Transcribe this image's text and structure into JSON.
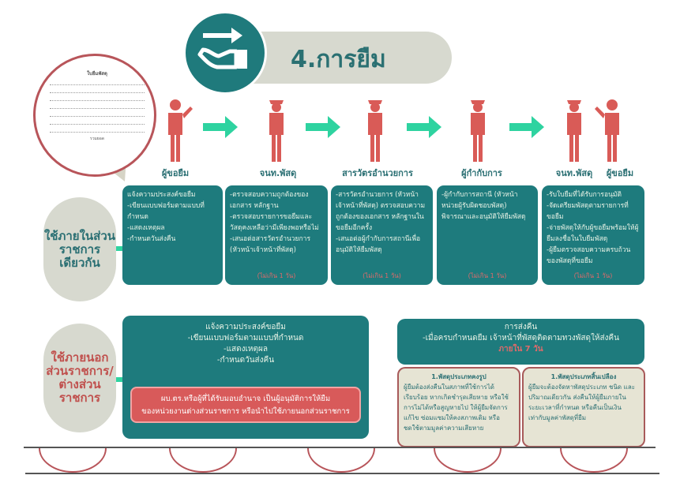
{
  "title": "4.การยืม",
  "form": {
    "heading": "ใบยืมพัสดุ",
    "total_label": "รวมยอด"
  },
  "actors": [
    "ผู้ขอยืม",
    "จนท.พัสดุ",
    "สารวัตรอำนวยการ",
    "ผู้กำกับการ",
    "จนท.พัสดุ",
    "ผู้ขอยืม"
  ],
  "internal": {
    "label": "ใช้ภายในส่วนราชการเดียวกัน",
    "steps": [
      {
        "lines": [
          "แจ้งความประสงค์ขอยืม",
          "-เขียนแบบฟอร์มตามแบบที่กำหนด",
          "-แสดงเหตุผล",
          "-กำหนดวันส่งคืน"
        ],
        "limit": ""
      },
      {
        "lines": [
          "-ตรวจสอบความถูกต้องของเอกสาร หลักฐาน",
          "-ตรวจสอบรายการขอยืมและวัสดุคงเหลือว่ามีเพียงพอหรือไม่",
          "-เสนอต่อสารวัตรอำนวยการ (หัวหน้าเจ้าหน้าที่พัสดุ)"
        ],
        "limit": "(ไม่เกิน 1 วัน)"
      },
      {
        "lines": [
          "-สารวัตรอำนวยการ (หัวหน้าเจ้าหน้าที่พัสดุ) ตรวจสอบความถูกต้องของเอกสาร หลักฐานในขอยืมอีกครั้ง",
          "-เสนอต่อผู้กำกับการสถานีเพื่ออนุมัติให้ยืมพัสดุ"
        ],
        "limit": "(ไม่เกิน 1 วัน)"
      },
      {
        "lines": [
          "-ผู้กำกับการสถานี (หัวหน้าหน่วยผู้รับผิดชอบพัสดุ) พิจารณาและอนุมัติให้ยืมพัสดุ"
        ],
        "limit": "(ไม่เกิน 1 วัน)"
      },
      {
        "lines": [
          "-รับใบยืมที่ได้รับการอนุมัติ",
          "-จัดเตรียมพัสดุตามรายการที่ขอยืม",
          "-จ่ายพัสดุให้กับผู้ขอยืมพร้อมให้ผู้ยืมลงชื่อในใบยืมพัสดุ",
          "-ผู้ยืมตรวจสอบความครบถ้วนของพัสดุที่ขอยืม"
        ],
        "limit": "(ไม่เกิน 1 วัน)"
      }
    ]
  },
  "external": {
    "label": "ใช้ภายนอกส่วนราชการ/ต่างส่วนราชการ",
    "request_lines": [
      "แจ้งความประสงค์ขอยืม",
      "-เขียนแบบฟอร์มตามแบบที่กำหนด",
      "-แสดงเหตุผล",
      "-กำหนดวันส่งคืน"
    ],
    "approval_lines": [
      "ผบ.ตร.หรือผู้ที่ได้รับมอบอำนาจ เป็นผู้อนุมัติการให้ยืม",
      "ของหน่วยงานต่างส่วนราชการ หรือนำไปใช้ภายนอกส่วนราชการ"
    ],
    "return": {
      "heading": "การส่งคืน",
      "text": "-เมื่อครบกำหนดยืม เจ้าหน้าที่พัสดุติดตามทวงพัสดุให้ส่งคืน",
      "deadline": "ภายใน 7 วัน"
    },
    "cases": [
      {
        "heading": "1.พัสดุประเภทคงรูป",
        "text": "ผู้ยืมต้องส่งคืนในสภาพที่ใช้การได้เรียบร้อย หากเกิดชำรุดเสียหาย หรือใช้การไม่ได้หรือสูญหายไป ให้ผู้ยืมจัดการแก้ไข ซ่อมแซมให้คงสภาพเดิม หรือชดใช้ตามมูลค่าความเสียหาย"
      },
      {
        "heading": "1.พัสดุประเภทสิ้นเปลือง",
        "text": "ผู้ยืมจะต้องจัดหาพัสดุประเภท ชนิด และปริมาณเดียวกัน ส่งคืนให้ผู้ยืมภายในระยะเวลาที่กำหนด หรือคืนเป็นเงินเท่ากับมูลค่าพัสดุที่ยืม"
      }
    ]
  },
  "colors": {
    "teal": "#1e7b7d",
    "green": "#2ed3a0",
    "red": "#d85a5a",
    "figure": "#d95b57",
    "gray": "#d7d9cf"
  }
}
